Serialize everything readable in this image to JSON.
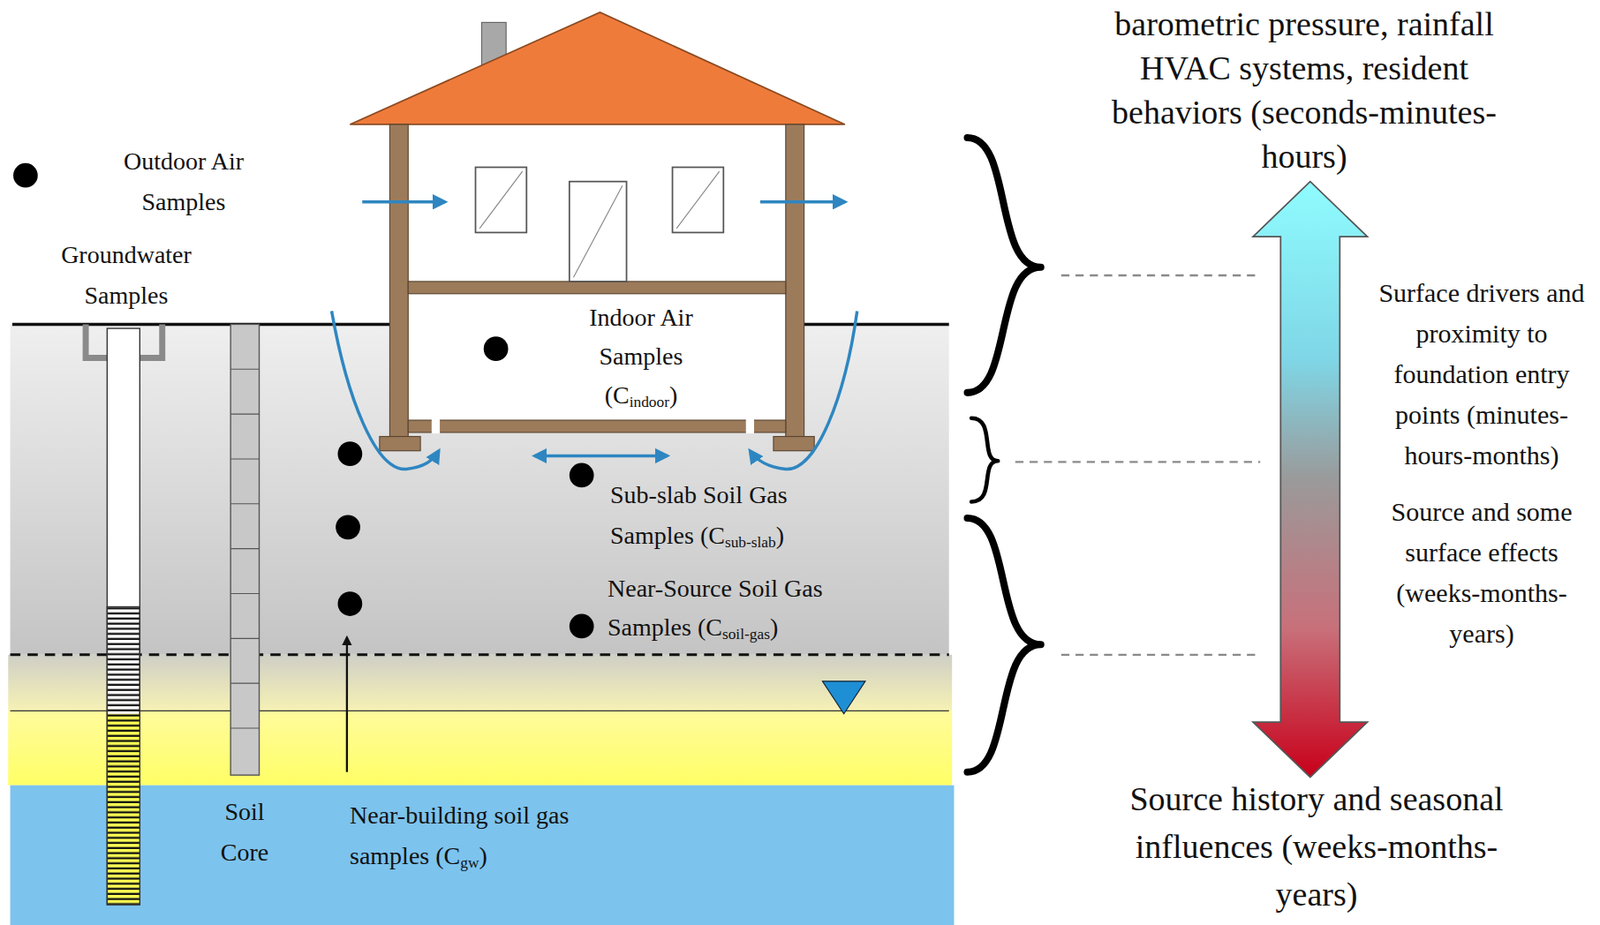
{
  "diagram": {
    "labels": [
      "barometric pressure, rainfall HVAC systems, resident behaviors (seconds-minutes-hours)",
      "Outdoor Air Samples",
      "Groundwater Samples",
      "Indoor Air Samples (Cindoor)",
      "Sub-slab Soil Gas Samples (Csub-slab)",
      "Near-Source Soil Gas Samples (Csoil-gas)",
      "Soil Core",
      "Near-building soil gas samples (Cgw)",
      "Surface drivers and proximity to foundation entry points (minutes-hours-months)",
      "Source and some surface effects (weeks-months-years)",
      "Source history and seasonal influences (weeks-months-years)"
    ]
  }
}
